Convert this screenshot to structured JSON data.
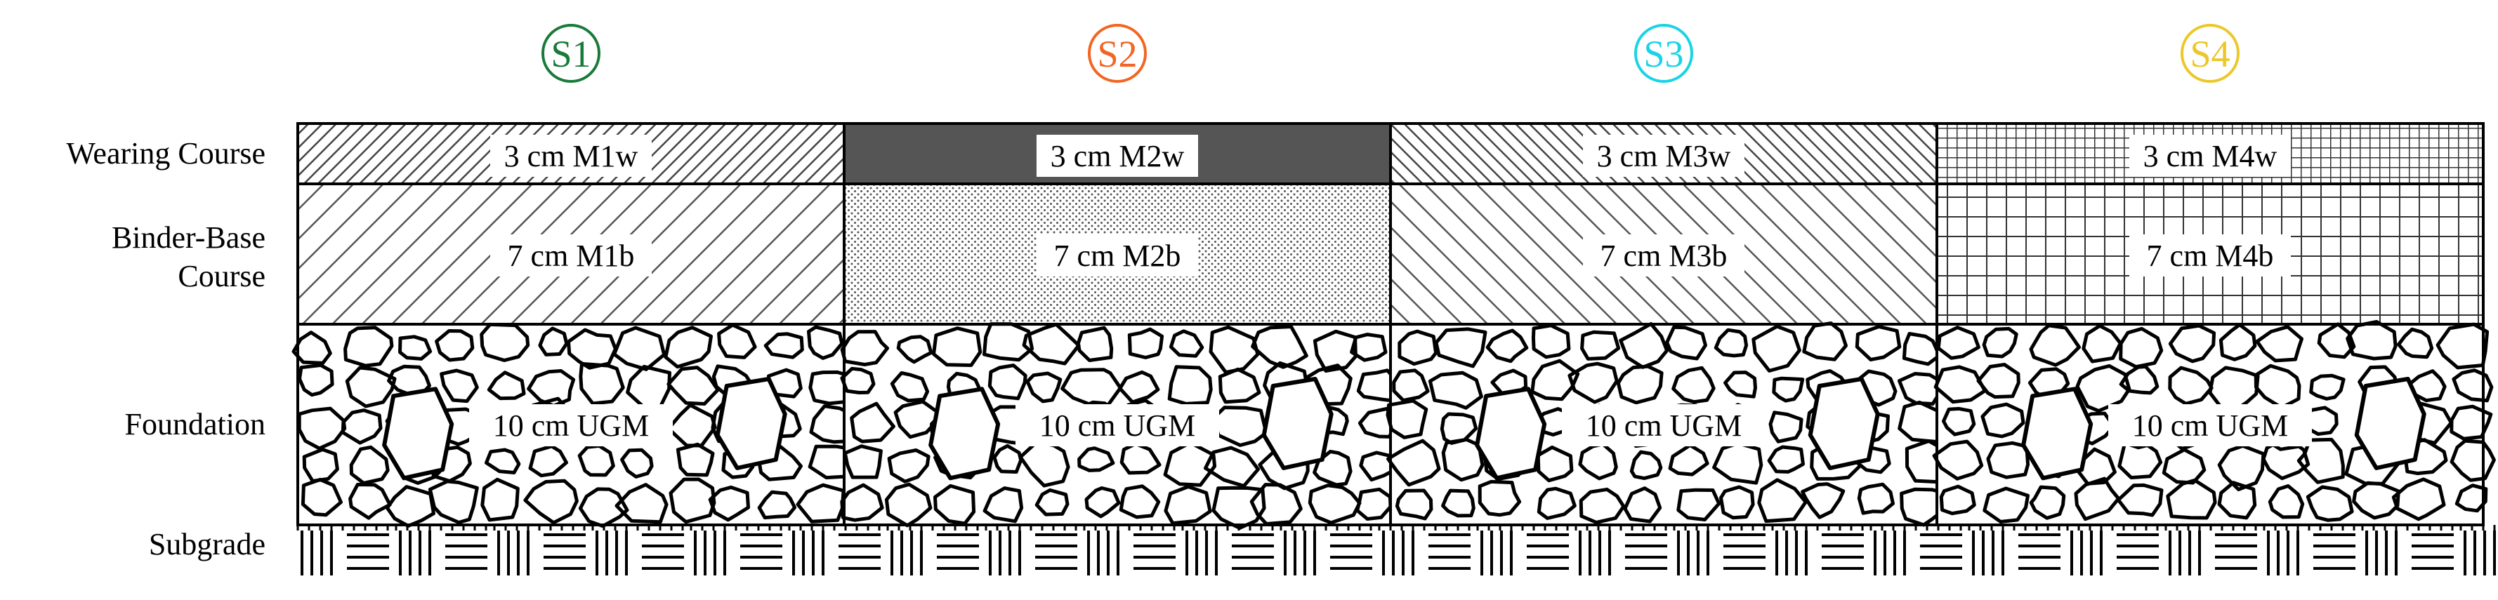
{
  "row_labels": {
    "wearing": "Wearing Course",
    "binder_line1": "Binder-Base",
    "binder_line2": "Course",
    "foundation": "Foundation",
    "subgrade": "Subgrade"
  },
  "sections": [
    {
      "badge": "S1",
      "color": "#1a7a3a",
      "wearing": "3 cm M1w",
      "binder": "7 cm M1b",
      "foundation": "10 cm UGM",
      "wearing_pattern": "diag-dense",
      "binder_pattern": "diag-wide"
    },
    {
      "badge": "S2",
      "color": "#f26522",
      "wearing": "3 cm M2w",
      "binder": "7 cm M2b",
      "foundation": "10 cm UGM",
      "wearing_pattern": "solid-dark",
      "binder_pattern": "dots"
    },
    {
      "badge": "S3",
      "color": "#19d3e6",
      "wearing": "3 cm M3w",
      "binder": "7 cm M3b",
      "foundation": "10 cm UGM",
      "wearing_pattern": "back-diag-dense",
      "binder_pattern": "back-diag-wide"
    },
    {
      "badge": "S4",
      "color": "#ecc72a",
      "wearing": "3 cm M4w",
      "binder": "7 cm M4b",
      "foundation": "10 cm UGM",
      "wearing_pattern": "grid-fine",
      "binder_pattern": "grid-coarse"
    }
  ]
}
